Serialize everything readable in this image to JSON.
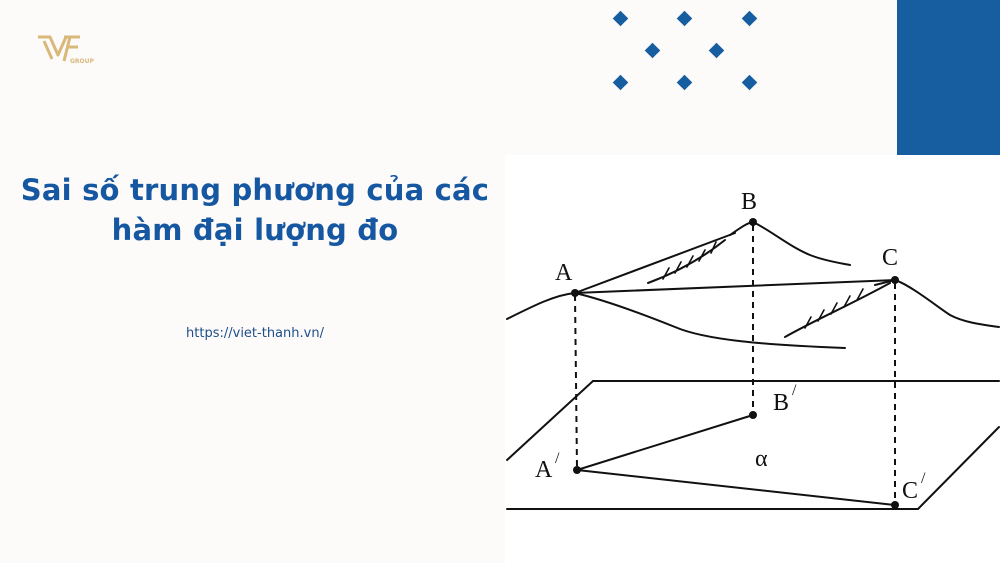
{
  "brand": {
    "logo_text": "VT",
    "logo_subtext": "GROUP",
    "logo_color": "#d8b97a"
  },
  "decor": {
    "accent_color": "#175ea1",
    "dots_count": 8
  },
  "title": {
    "line1": "Sai số trung phương của các",
    "line2": "hàm đại lượng đo",
    "color": "#1557a0"
  },
  "url": {
    "text": "https://viet-thanh.vn/",
    "color": "#1d4f8a"
  },
  "diagram": {
    "points": {
      "A": "A",
      "B": "B",
      "C": "C",
      "A_proj": "A",
      "B_proj": "B",
      "C_proj": "C",
      "prime": "/"
    },
    "plane_label": "α"
  }
}
